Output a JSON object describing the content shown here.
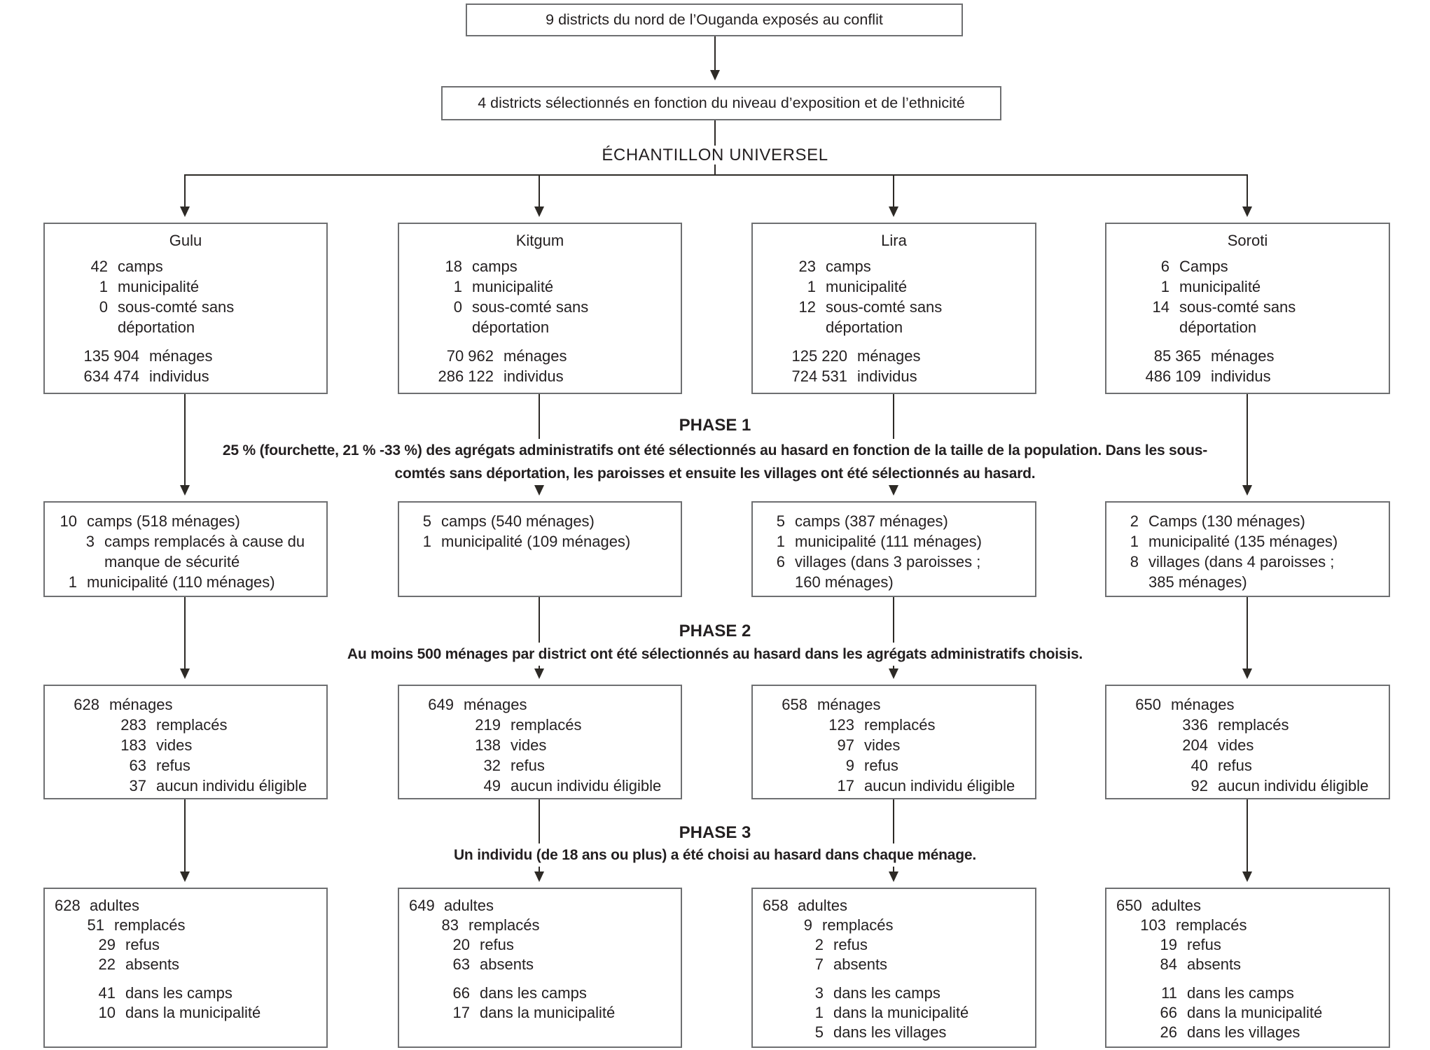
{
  "colors": {
    "box_border": "#6e6f71",
    "line": "#2d2a26",
    "text": "#231f20",
    "background": "#ffffff"
  },
  "header": {
    "box1": "9 districts du nord de l’Ouganda exposés au conflit",
    "box2": "4 districts sélectionnés en fonction du niveau d’exposition et de l’ethnicité",
    "universe_label": "ÉCHANTILLON UNIVERSEL"
  },
  "phases": [
    {
      "title": "PHASE 1",
      "description": "25 % (fourchette, 21 % -33 %) des agrégats administratifs ont été sélectionnés au hasard en fonction de la taille de la population. Dans les sous-comtés sans déportation, les paroisses et ensuite les villages ont été sélectionnés au hasard."
    },
    {
      "title": "PHASE 2",
      "description": "Au moins 500 ménages par district ont été sélectionnés au hasard dans les agrégats administratifs choisis."
    },
    {
      "title": "PHASE 3",
      "description": "Un individu (de 18 ans ou plus) a été choisi au hasard dans chaque ménage."
    }
  ],
  "districts": [
    {
      "name": "Gulu",
      "universe": {
        "rows": [
          {
            "n": "42",
            "t": "camps"
          },
          {
            "n": "1",
            "t": "municipalité"
          },
          {
            "n": "0",
            "t": "sous-comté sans",
            "wrap": "déportation"
          }
        ],
        "pop": [
          {
            "n": "135 904",
            "t": "ménages"
          },
          {
            "n": "634 474",
            "t": "individus"
          }
        ]
      },
      "phase1": [
        {
          "n": "10",
          "t": "camps (518 ménages)"
        },
        {
          "n": "3",
          "t": "camps remplacés à cause du",
          "lvl": 1,
          "wrap": "manque de sécurité",
          "wraplvl": 1
        },
        {
          "n": "1",
          "t": "municipalité (110 ménages)"
        }
      ],
      "phase2": [
        {
          "n": "628",
          "t": "ménages"
        },
        {
          "n": "283",
          "t": "remplacés"
        },
        {
          "n": "183",
          "t": "vides"
        },
        {
          "n": "63",
          "t": "refus"
        },
        {
          "n": "37",
          "t": "aucun individu éligible"
        }
      ],
      "phase3": {
        "rows": [
          {
            "n": "628",
            "t": "adultes"
          },
          {
            "n": "51",
            "t": "remplacés"
          },
          {
            "n": "29",
            "t": "refus"
          },
          {
            "n": "22",
            "t": "absents"
          }
        ],
        "locations": [
          {
            "n": "41",
            "t": "dans les camps"
          },
          {
            "n": "10",
            "t": "dans la municipalité"
          }
        ]
      }
    },
    {
      "name": "Kitgum",
      "universe": {
        "rows": [
          {
            "n": "18",
            "t": "camps"
          },
          {
            "n": "1",
            "t": "municipalité"
          },
          {
            "n": "0",
            "t": "sous-comté sans",
            "wrap": "déportation"
          }
        ],
        "pop": [
          {
            "n": "70 962",
            "t": "ménages"
          },
          {
            "n": "286 122",
            "t": "individus"
          }
        ]
      },
      "phase1": [
        {
          "n": "5",
          "t": "camps (540 ménages)"
        },
        {
          "n": "1",
          "t": "municipalité (109 ménages)"
        }
      ],
      "phase2": [
        {
          "n": "649",
          "t": "ménages"
        },
        {
          "n": "219",
          "t": "remplacés"
        },
        {
          "n": "138",
          "t": "vides"
        },
        {
          "n": "32",
          "t": "refus"
        },
        {
          "n": "49",
          "t": "aucun individu éligible"
        }
      ],
      "phase3": {
        "rows": [
          {
            "n": "649",
            "t": "adultes"
          },
          {
            "n": "83",
            "t": "remplacés"
          },
          {
            "n": "20",
            "t": "refus"
          },
          {
            "n": "63",
            "t": "absents"
          }
        ],
        "locations": [
          {
            "n": "66",
            "t": "dans les camps"
          },
          {
            "n": "17",
            "t": "dans la municipalité"
          }
        ]
      }
    },
    {
      "name": "Lira",
      "universe": {
        "rows": [
          {
            "n": "23",
            "t": "camps"
          },
          {
            "n": "1",
            "t": "municipalité"
          },
          {
            "n": "12",
            "t": "sous-comté sans",
            "wrap": "déportation"
          }
        ],
        "pop": [
          {
            "n": "125 220",
            "t": "ménages"
          },
          {
            "n": "724 531",
            "t": "individus"
          }
        ]
      },
      "phase1": [
        {
          "n": "5",
          "t": "camps (387 ménages)"
        },
        {
          "n": "1",
          "t": "municipalité (111 ménages)"
        },
        {
          "n": "6",
          "t": "villages (dans 3 paroisses ;",
          "wrap": "160 ménages)"
        }
      ],
      "phase2": [
        {
          "n": "658",
          "t": "ménages"
        },
        {
          "n": "123",
          "t": "remplacés"
        },
        {
          "n": "97",
          "t": "vides"
        },
        {
          "n": "9",
          "t": "refus"
        },
        {
          "n": "17",
          "t": "aucun individu éligible"
        }
      ],
      "phase3": {
        "rows": [
          {
            "n": "658",
            "t": "adultes"
          },
          {
            "n": "9",
            "t": "remplacés"
          },
          {
            "n": "2",
            "t": "refus"
          },
          {
            "n": "7",
            "t": "absents"
          }
        ],
        "locations": [
          {
            "n": "3",
            "t": "dans les camps"
          },
          {
            "n": "1",
            "t": "dans la municipalité"
          },
          {
            "n": "5",
            "t": "dans les villages"
          }
        ]
      }
    },
    {
      "name": "Soroti",
      "universe": {
        "rows": [
          {
            "n": "6",
            "t": "Camps"
          },
          {
            "n": "1",
            "t": "municipalité"
          },
          {
            "n": "14",
            "t": "sous-comté sans",
            "wrap": "déportation"
          }
        ],
        "pop": [
          {
            "n": "85 365",
            "t": "ménages"
          },
          {
            "n": "486 109",
            "t": "individus"
          }
        ]
      },
      "phase1": [
        {
          "n": "2",
          "t": "Camps (130 ménages)"
        },
        {
          "n": "1",
          "t": "municipalité (135 ménages)"
        },
        {
          "n": "8",
          "t": "villages (dans 4 paroisses ;",
          "wrap": "385 ménages)"
        }
      ],
      "phase2": [
        {
          "n": "650",
          "t": "ménages"
        },
        {
          "n": "336",
          "t": "remplacés"
        },
        {
          "n": "204",
          "t": "vides"
        },
        {
          "n": "40",
          "t": "refus"
        },
        {
          "n": "92",
          "t": "aucun individu éligible"
        }
      ],
      "phase3": {
        "rows": [
          {
            "n": "650",
            "t": "adultes"
          },
          {
            "n": "103",
            "t": "remplacés"
          },
          {
            "n": "19",
            "t": "refus"
          },
          {
            "n": "84",
            "t": "absents"
          }
        ],
        "locations": [
          {
            "n": "11",
            "t": "dans les camps"
          },
          {
            "n": "66",
            "t": "dans la municipalité"
          },
          {
            "n": "26",
            "t": "dans les villages"
          }
        ]
      }
    }
  ]
}
